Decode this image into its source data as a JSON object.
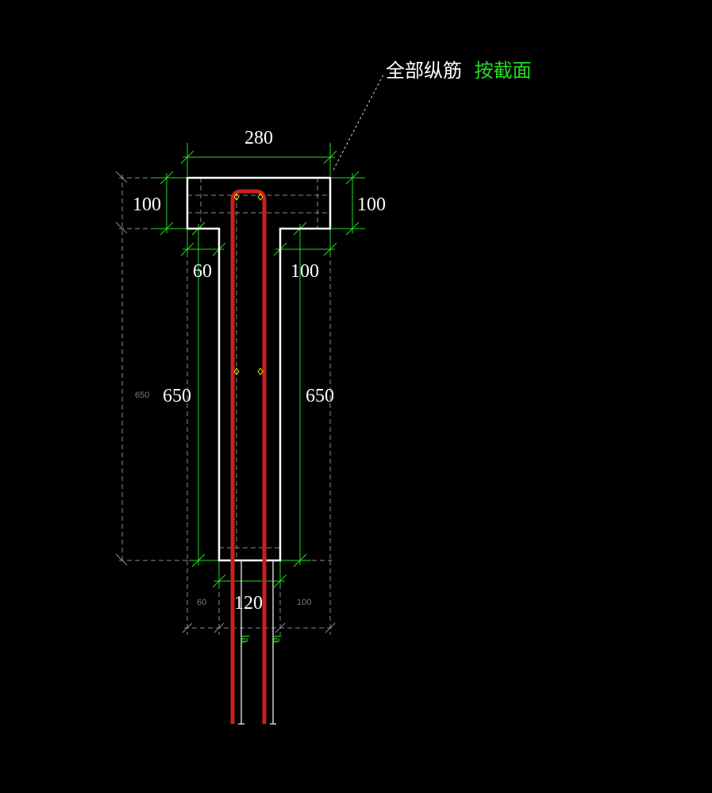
{
  "annotation": {
    "part1": "全部纵筋",
    "part2": "按截面",
    "color1": "#ffffff",
    "color2": "#22dd22"
  },
  "dimensions": {
    "top_width": "280",
    "flange_left_thk": "100",
    "flange_right_thk": "100",
    "overhang_left": "60",
    "overhang_right": "100",
    "web_left_height": "650",
    "web_right_height": "650",
    "web_width": "120",
    "outer_left_height": "650",
    "outer_bottom_left": "60",
    "outer_bottom_right": "100",
    "anchor_left": "la",
    "anchor_right": "la"
  },
  "colors": {
    "background": "#000000",
    "outline": "#ffffff",
    "rebar": "#cc1f1f",
    "dimension": "#22dd22",
    "construction": "#8a8a8a",
    "marker": "#e6e600"
  }
}
